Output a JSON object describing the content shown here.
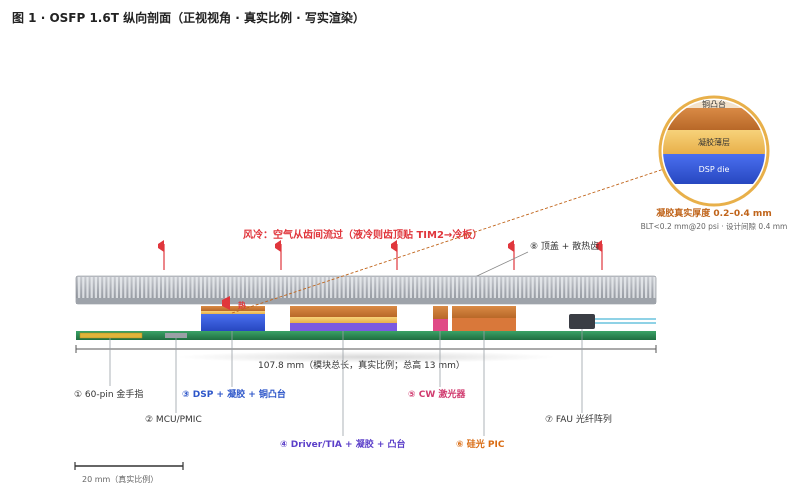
{
  "title": "图 1 · OSFP 1.6T 纵向剖面（正视视角 · 真实比例 · 写实渲染）",
  "airflow_label": "风冷：空气从齿间流过（液冷则齿顶贴 TIM2→冷板）",
  "hotspot_label": "热",
  "heatsink_label": "⑧ 顶盖 + 散热齿",
  "length_label": "107.8 mm（模块总长，真实比例；总高 13 mm）",
  "labels": {
    "edge": "① 60-pin 金手指",
    "mcu": "② MCU/PMIC",
    "dsp": "③ DSP + 凝胶 + 铜凸台",
    "driver": "④ Driver/TIA + 凝胶 + 凸台",
    "cw": "⑤ CW 激光器",
    "pic": "⑥ 硅光 PIC",
    "fau": "⑦ FAU 光纤阵列"
  },
  "zoom": {
    "layer_top": "铜凸台",
    "layer_mid": "凝胶薄层",
    "layer_bottom": "DSP die",
    "caption": "凝胶真实厚度 0.2–0.4 mm",
    "sub": "BLT<0.2 mm@20 psi · 设计间隙 0.4 mm"
  },
  "scale_label": "20 mm（真实比例）",
  "colors": {
    "red": "#e0363c",
    "pcb": "#2f8f57",
    "dsp_blue": "#2f55d4",
    "copper": "#c8793a",
    "gel": "#f0c15a"
  }
}
